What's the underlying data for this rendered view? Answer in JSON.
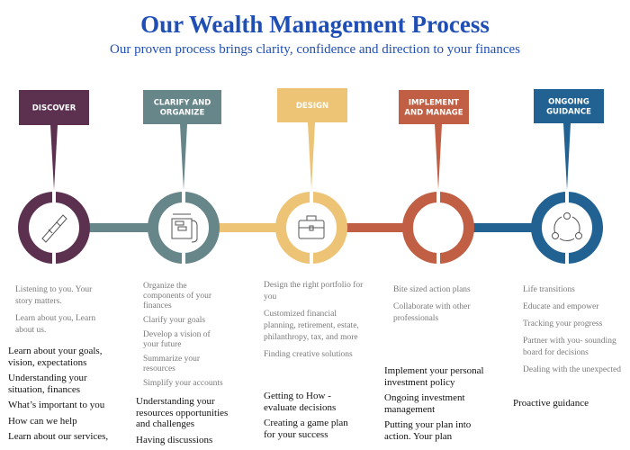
{
  "title": "Our Wealth Management Process",
  "subtitle": "Our proven process brings clarity, confidence and direction to your finances",
  "colors": {
    "discover": "#5c3150",
    "clarify": "#678689",
    "design": "#edc375",
    "implement": "#c05f44",
    "ongoing": "#216293",
    "title": "#1f4fb5"
  },
  "steps": [
    {
      "label_lines": [
        "DISCOVER"
      ],
      "icon": "telescope-icon",
      "details": [
        "Listening to you. Your story matters.",
        "Learn about you, Learn about us."
      ],
      "points": [
        "Learn about your goals, vision, expectations",
        "Understanding your situation, finances",
        "What’s important to you",
        "How can we help",
        "Learn about our services,"
      ]
    },
    {
      "label_lines": [
        "CLARIFY AND",
        "ORGANIZE"
      ],
      "icon": "blueprint-icon",
      "details": [
        "Organize the components of your finances",
        "Clarify your goals",
        "Develop a vision of your future",
        "Summarize your resources",
        "Simplify your accounts"
      ],
      "points": [
        "Understanding your resources opportunities and challenges",
        "Having discussions"
      ]
    },
    {
      "label_lines": [
        "DESIGN"
      ],
      "icon": "briefcase-icon",
      "details": [
        "Design the right portfolio for you",
        "Customized financial planning, retirement, estate, philanthropy, tax, and more",
        "Finding creative solutions"
      ],
      "points": [
        "Getting to How -evaluate decisions",
        "Creating a game plan for your success"
      ]
    },
    {
      "label_lines": [
        "IMPLEMENT",
        "AND MANAGE"
      ],
      "icon": "none",
      "details": [
        "Bite sized action plans",
        "Collaborate with other professionals"
      ],
      "points": [
        "Implement your personal investment policy",
        "Ongoing investment management",
        "Putting your plan into action. Your plan"
      ]
    },
    {
      "label_lines": [
        "ONGOING",
        "GUIDANCE"
      ],
      "icon": "cycle-icon",
      "details": [
        "Life transitions",
        "Educate and empower",
        "Tracking your progress",
        "Partner with you- sounding board for decisions",
        "Dealing with the unexpected"
      ],
      "points": [
        "Proactive guidance"
      ]
    }
  ]
}
